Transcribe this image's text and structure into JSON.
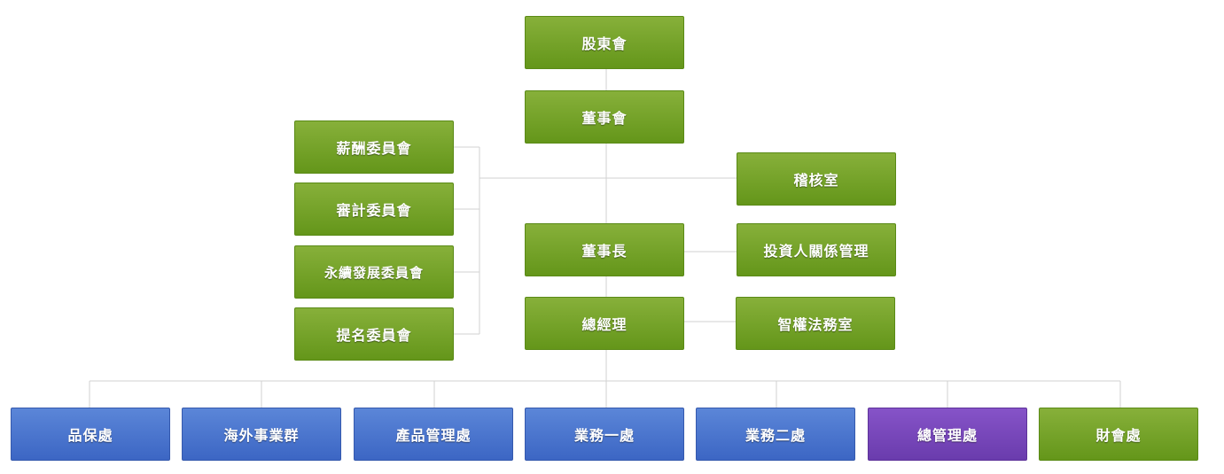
{
  "chart": {
    "top": {
      "shareholders": "股東會",
      "board": "董事會"
    },
    "committees": [
      "薪酬委員會",
      "審計委員會",
      "永續發展委員會",
      "提名委員會"
    ],
    "audit_office": "稽核室",
    "chairman": "董事長",
    "investor_relations": "投資人關係管理",
    "general_manager": "總經理",
    "ip_legal": "智權法務室",
    "departments": [
      {
        "label": "品保處",
        "color": "blue"
      },
      {
        "label": "海外事業群",
        "color": "blue"
      },
      {
        "label": "產品管理處",
        "color": "blue"
      },
      {
        "label": "業務一處",
        "color": "blue"
      },
      {
        "label": "業務二處",
        "color": "blue"
      },
      {
        "label": "總管理處",
        "color": "purple"
      },
      {
        "label": "財會處",
        "color": "green"
      }
    ]
  },
  "colors": {
    "green": "#75a32a",
    "blue": "#4a76d0",
    "purple": "#7847bb",
    "connector": "#d2d2d2"
  }
}
